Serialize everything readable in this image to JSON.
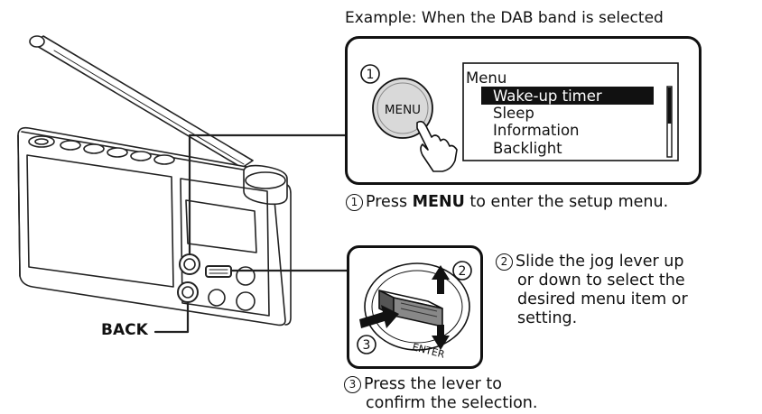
{
  "caption": "Example: When the DAB band is selected",
  "step1": {
    "number": "1",
    "prefix": "Press ",
    "key": "MENU",
    "suffix": " to enter the setup menu."
  },
  "step2": {
    "number": "2",
    "lines": [
      "Slide the jog lever up",
      "or down to select the",
      "desired menu item or",
      "setting."
    ]
  },
  "step3": {
    "number": "3",
    "lines": [
      "Press the lever to",
      "confirm the selection."
    ]
  },
  "back_label": "BACK",
  "menu_button_label": "MENU",
  "badges": {
    "one": "1",
    "two": "2",
    "three": "3"
  },
  "lever_label": "ENTER",
  "display": {
    "title": "Menu",
    "items": [
      "Wake-up timer",
      "Sleep",
      "Information",
      "Backlight"
    ],
    "selected_index": 0
  }
}
